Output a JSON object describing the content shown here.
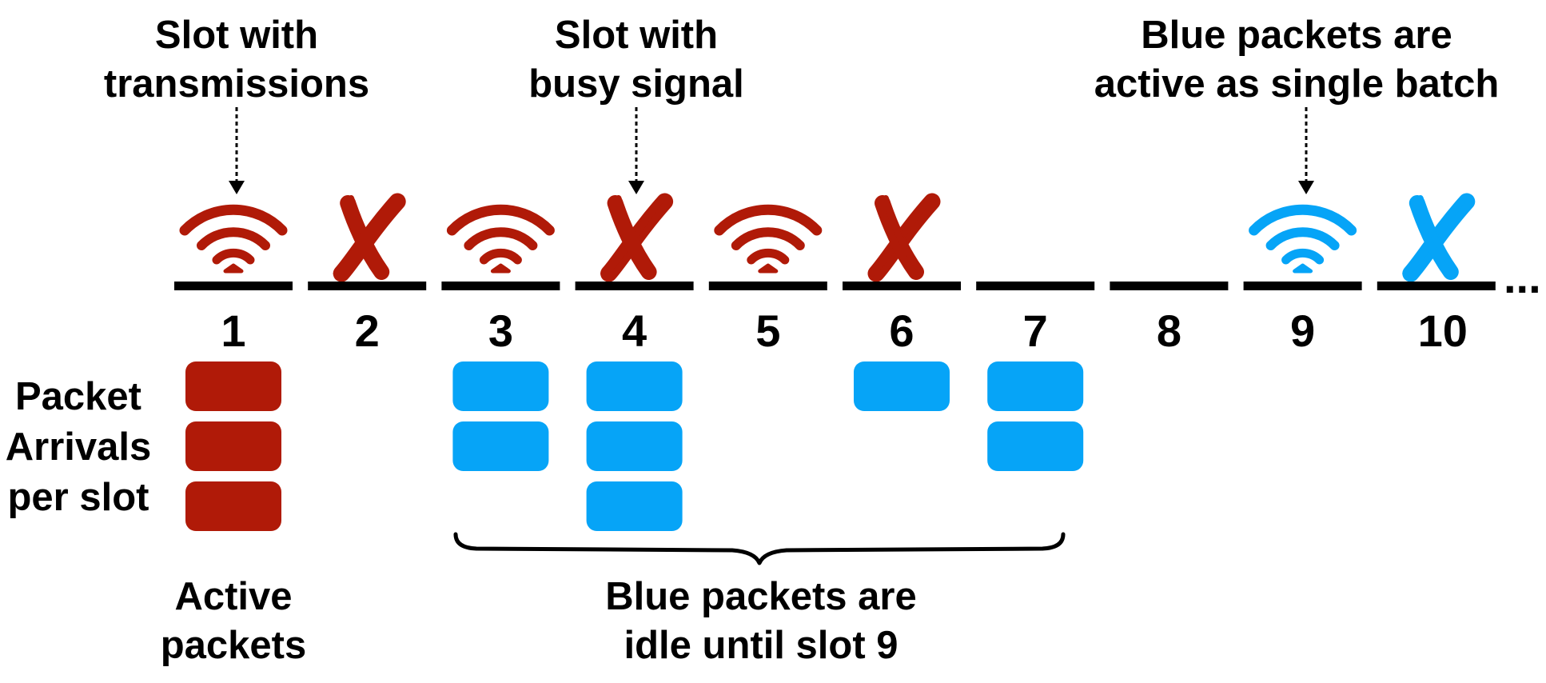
{
  "annotations": {
    "transmissions": [
      "Slot with",
      "transmissions"
    ],
    "busy": [
      "Slot with",
      "busy signal"
    ],
    "batch": [
      "Blue packets are",
      "active as single batch"
    ],
    "arrivals": [
      "Packet",
      "Arrivals",
      "per slot"
    ],
    "active": [
      "Active",
      "packets"
    ],
    "idle": [
      "Blue packets are",
      "idle until slot 9"
    ]
  },
  "timeline": {
    "ellipsis": "...",
    "slots": [
      {
        "label": "1",
        "signal": "wifi",
        "signal_color": "red",
        "red_packets": 3,
        "blue_packets": 0
      },
      {
        "label": "2",
        "signal": "x",
        "signal_color": "red",
        "red_packets": 0,
        "blue_packets": 0
      },
      {
        "label": "3",
        "signal": "wifi",
        "signal_color": "red",
        "red_packets": 0,
        "blue_packets": 2
      },
      {
        "label": "4",
        "signal": "x",
        "signal_color": "red",
        "red_packets": 0,
        "blue_packets": 3
      },
      {
        "label": "5",
        "signal": "wifi",
        "signal_color": "red",
        "red_packets": 0,
        "blue_packets": 0
      },
      {
        "label": "6",
        "signal": "x",
        "signal_color": "red",
        "red_packets": 0,
        "blue_packets": 1
      },
      {
        "label": "7",
        "signal": "none",
        "signal_color": "",
        "red_packets": 0,
        "blue_packets": 2
      },
      {
        "label": "8",
        "signal": "none",
        "signal_color": "",
        "red_packets": 0,
        "blue_packets": 0
      },
      {
        "label": "9",
        "signal": "wifi",
        "signal_color": "blue",
        "red_packets": 0,
        "blue_packets": 0
      },
      {
        "label": "10",
        "signal": "x",
        "signal_color": "blue",
        "red_packets": 0,
        "blue_packets": 0
      }
    ]
  },
  "colors": {
    "red": "#b01a08",
    "blue": "#06a4f7",
    "text": "#000000"
  },
  "icons": {
    "wifi": "wifi-icon",
    "x": "cross-icon",
    "arrow": "dotted-arrow-icon",
    "brace": "curly-brace-icon"
  }
}
